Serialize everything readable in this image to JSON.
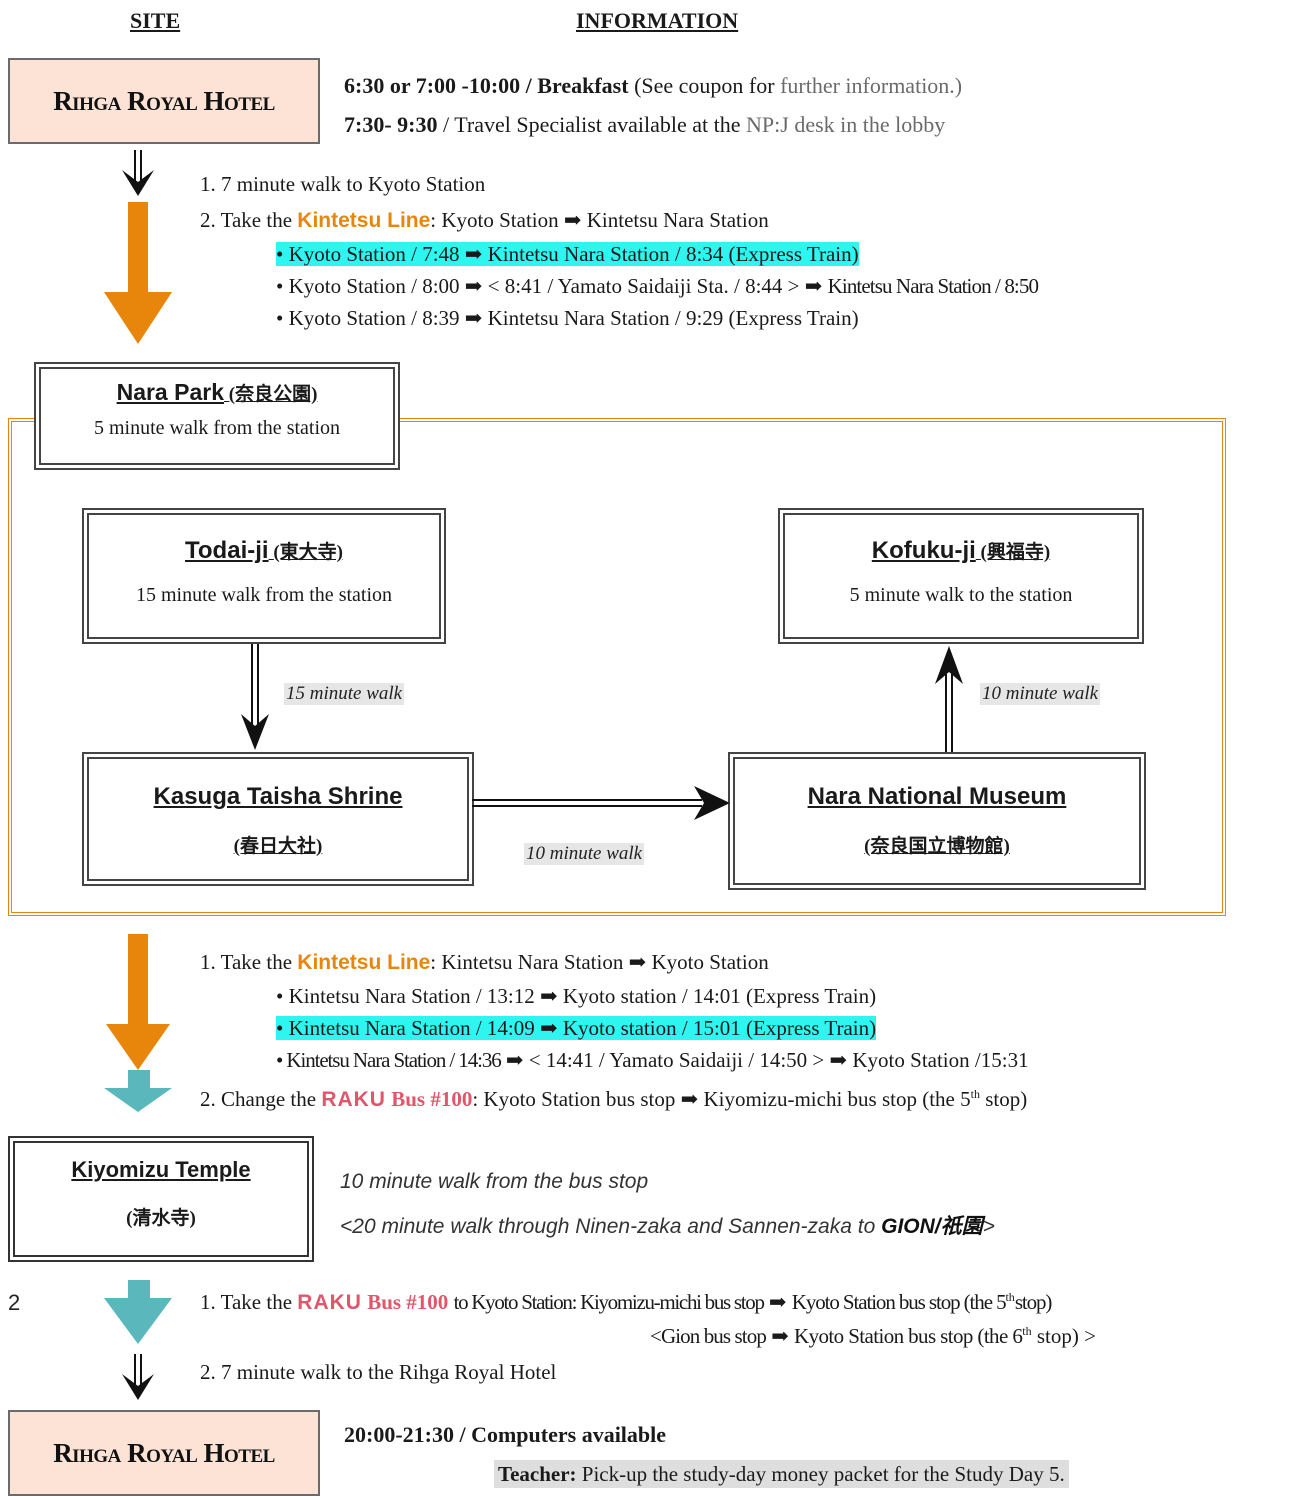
{
  "headers": {
    "site": "SITE",
    "information": "INFORMATION"
  },
  "hotel_name": "Rihga Royal Hotel",
  "morning": {
    "line1_time": "6:30 or 7:00 -10:00 /",
    "line1_label": "Breakfast",
    "line1_note_a": "(See coupon for",
    "line1_note_b": "further information.)",
    "line2_time": "7:30- 9:30",
    "line2_text": "/ Travel Specialist available at the",
    "line2_gray": "NP:J desk in the lobby"
  },
  "leg1": {
    "step1": "1. 7 minute walk to Kyoto Station",
    "step2_pre": "2. Take the",
    "line_name": "Kintetsu Line",
    "step2_post": ": Kyoto Station",
    "step2_dest": "Kintetsu Nara Station",
    "trains": [
      {
        "from": "• Kyoto Station / 7:48",
        "to": "Kintetsu Nara Station / 8:34 (Express Train)",
        "highlight": true
      },
      {
        "from": "• Kyoto Station / 8:00",
        "mid": "< 8:41 / Yamato Saidaiji Sta. / 8:44 >",
        "to": "Kintetsu Nara Station / 8:50",
        "highlight": false
      },
      {
        "from": "• Kyoto Station / 8:39",
        "to": "Kintetsu Nara Station / 9:29 (Express Train)",
        "highlight": false
      }
    ]
  },
  "nara_park": {
    "name": "Nara Park",
    "jp": "(奈良公園)",
    "sub": "5 minute walk from the station"
  },
  "todaiji": {
    "name": "Todai-ji",
    "jp": "(東大寺)",
    "sub": "15 minute walk from the station"
  },
  "kofukuji": {
    "name": "Kofuku-ji",
    "jp": "(興福寺)",
    "sub": "5 minute walk to the station"
  },
  "kasuga": {
    "name": "Kasuga Taisha Shrine",
    "jp": "(春日大社)"
  },
  "museum": {
    "name": "Nara National Museum",
    "jp": "(奈良国立博物館)"
  },
  "walks": {
    "down": "15 minute walk",
    "up": "10 minute walk",
    "right": "10 minute walk"
  },
  "leg2": {
    "step1_pre": "1. Take the",
    "line_name": "Kintetsu Line",
    "step1_post": ": Kintetsu Nara Station",
    "step1_dest": "Kyoto Station",
    "trains": [
      {
        "from": "• Kintetsu Nara Station / 13:12",
        "to": "Kyoto station / 14:01 (Express Train)",
        "highlight": false
      },
      {
        "from": "• Kintetsu Nara Station / 14:09",
        "to": "Kyoto station / 15:01 (Express Train)",
        "highlight": true
      },
      {
        "from": "• Kintetsu Nara Station / 14:36",
        "mid": "< 14:41 / Yamato Saidaiji / 14:50 >",
        "to": "Kyoto Station /15:31",
        "highlight": false
      }
    ],
    "step2_pre": "2. Change the",
    "raku": "RAKU",
    "bus": "Bus #100",
    "step2_post": ": Kyoto Station bus stop",
    "step2_dest": "Kiyomizu-michi bus stop (the 5",
    "step2_sup": "th",
    "step2_end": "stop)"
  },
  "kiyomizu": {
    "name": "Kiyomizu Temple",
    "jp": "(清水寺)",
    "note1": "10 minute walk from the bus stop",
    "note2_pre": "<20 minute walk through Ninen-zaka and Sannen-zaka to",
    "note2_dest": "GION/祇園",
    "note2_end": ">"
  },
  "leg3": {
    "number": "2",
    "step1_pre": "1. Take the",
    "raku": "RAKU",
    "bus": "Bus #100",
    "step1_post": "to Kyoto Station: Kiyomizu-michi bus stop",
    "step1_dest": "Kyoto Station bus stop (the 5",
    "step1_sup": "th",
    "step1_end": "stop)",
    "alt_pre": "<Gion bus stop",
    "alt_dest": "Kyoto Station bus stop (the 6",
    "alt_sup": "th",
    "alt_end": "stop) >",
    "step2": "2. 7 minute walk to the Rihga Royal Hotel"
  },
  "evening": {
    "time_label": "20:00-21:30 / Computers available",
    "teacher_label": "Teacher:",
    "teacher_text": "Pick-up the study-day money packet for the Study Day 5."
  },
  "colors": {
    "orange": "#e8860c",
    "teal": "#5ab8bc",
    "highlight": "#2ef5f0",
    "raku": "#e0566a",
    "hotel_bg": "#fde3d6"
  }
}
